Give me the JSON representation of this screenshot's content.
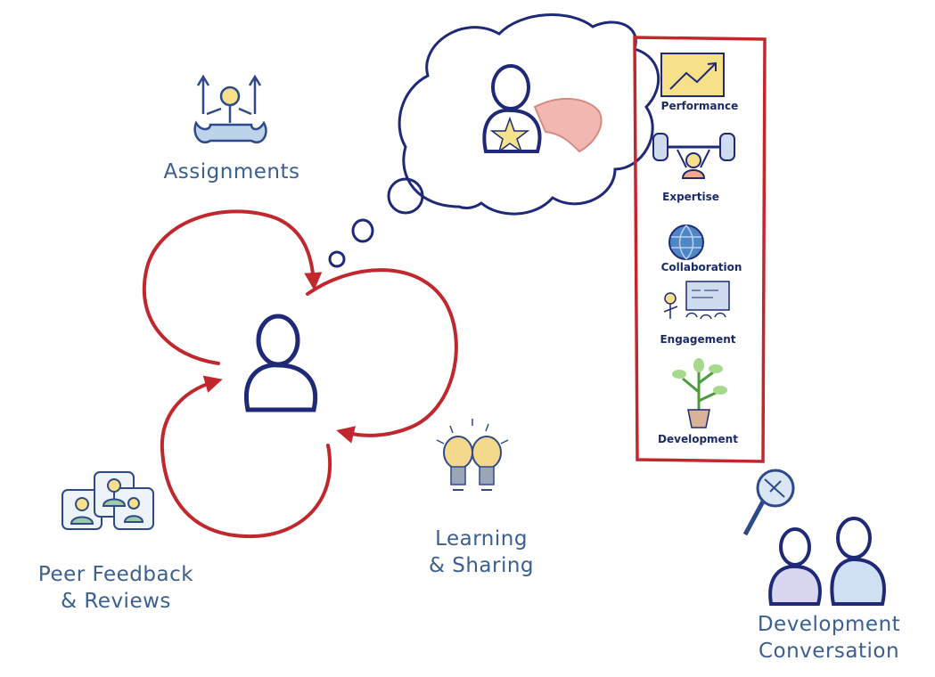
{
  "labels": {
    "assignments": "Assignments",
    "learning_line1": "Learning",
    "learning_line2": "& Sharing",
    "peer_line1": "Peer Feedback",
    "peer_line2": "& Reviews",
    "devconv_line1": "Development",
    "devconv_line2": "Conversation"
  },
  "categories": [
    {
      "label": "Performance",
      "icon": "chart-icon"
    },
    {
      "label": "Expertise",
      "icon": "weightlifter-icon"
    },
    {
      "label": "Collaboration",
      "icon": "globe-icon"
    },
    {
      "label": "Engagement",
      "icon": "presentation-icon"
    },
    {
      "label": "Development",
      "icon": "plant-icon"
    }
  ],
  "colors": {
    "loop": "#c0282d",
    "person": "#1e2a78",
    "label": "#3b5f8f",
    "panel_border": "#c0282d"
  }
}
